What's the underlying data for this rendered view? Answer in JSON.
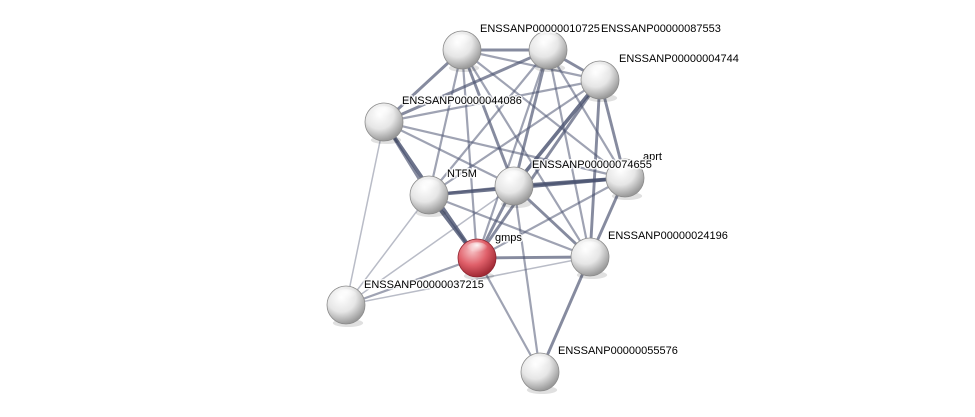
{
  "network": {
    "nodes": [
      {
        "id": "n_top1",
        "label": "ENSSANP00000010725"
      },
      {
        "id": "n_top2",
        "label": "ENSSANP00000087553"
      },
      {
        "id": "n_4744",
        "label": "ENSSANP00000004744"
      },
      {
        "id": "n_44086",
        "label": "ENSSANP00000044086"
      },
      {
        "id": "n_aprt",
        "label": "aprt"
      },
      {
        "id": "n_74655",
        "label": "ENSSANP00000074655"
      },
      {
        "id": "n_nt5m",
        "label": "NT5M"
      },
      {
        "id": "n_gmps",
        "label": "gmps",
        "highlighted": true
      },
      {
        "id": "n_24196",
        "label": "ENSSANP00000024196"
      },
      {
        "id": "n_37215",
        "label": "ENSSANP00000037215"
      },
      {
        "id": "n_55576",
        "label": "ENSSANP00000055576"
      }
    ],
    "edges": [
      [
        "n_top1",
        "n_top2",
        3
      ],
      [
        "n_top1",
        "n_4744",
        2
      ],
      [
        "n_top1",
        "n_44086",
        3
      ],
      [
        "n_top1",
        "n_aprt",
        2
      ],
      [
        "n_top1",
        "n_74655",
        3
      ],
      [
        "n_top1",
        "n_nt5m",
        2
      ],
      [
        "n_top1",
        "n_gmps",
        2
      ],
      [
        "n_top1",
        "n_24196",
        2
      ],
      [
        "n_top2",
        "n_4744",
        3
      ],
      [
        "n_top2",
        "n_44086",
        3
      ],
      [
        "n_top2",
        "n_aprt",
        2
      ],
      [
        "n_top2",
        "n_74655",
        3
      ],
      [
        "n_top2",
        "n_nt5m",
        2
      ],
      [
        "n_top2",
        "n_gmps",
        2
      ],
      [
        "n_top2",
        "n_24196",
        2
      ],
      [
        "n_4744",
        "n_44086",
        2
      ],
      [
        "n_4744",
        "n_aprt",
        3
      ],
      [
        "n_4744",
        "n_74655",
        4
      ],
      [
        "n_4744",
        "n_nt5m",
        2
      ],
      [
        "n_4744",
        "n_gmps",
        3
      ],
      [
        "n_4744",
        "n_24196",
        3
      ],
      [
        "n_44086",
        "n_74655",
        2
      ],
      [
        "n_44086",
        "n_nt5m",
        3
      ],
      [
        "n_44086",
        "n_gmps",
        4
      ],
      [
        "n_44086",
        "n_37215",
        1
      ],
      [
        "n_44086",
        "n_aprt",
        2
      ],
      [
        "n_aprt",
        "n_74655",
        4
      ],
      [
        "n_aprt",
        "n_nt5m",
        4
      ],
      [
        "n_aprt",
        "n_gmps",
        2
      ],
      [
        "n_aprt",
        "n_24196",
        3
      ],
      [
        "n_74655",
        "n_nt5m",
        2
      ],
      [
        "n_74655",
        "n_gmps",
        3
      ],
      [
        "n_74655",
        "n_24196",
        3
      ],
      [
        "n_74655",
        "n_37215",
        1
      ],
      [
        "n_74655",
        "n_55576",
        2
      ],
      [
        "n_nt5m",
        "n_gmps",
        4
      ],
      [
        "n_nt5m",
        "n_24196",
        2
      ],
      [
        "n_nt5m",
        "n_37215",
        1
      ],
      [
        "n_gmps",
        "n_24196",
        3
      ],
      [
        "n_gmps",
        "n_37215",
        2
      ],
      [
        "n_gmps",
        "n_55576",
        2
      ],
      [
        "n_24196",
        "n_55576",
        3
      ],
      [
        "n_24196",
        "n_37215",
        1
      ]
    ]
  },
  "colors": {
    "node_default": "#e6e6e6",
    "node_highlight": "#e0606a",
    "edge": "#4a5270"
  }
}
